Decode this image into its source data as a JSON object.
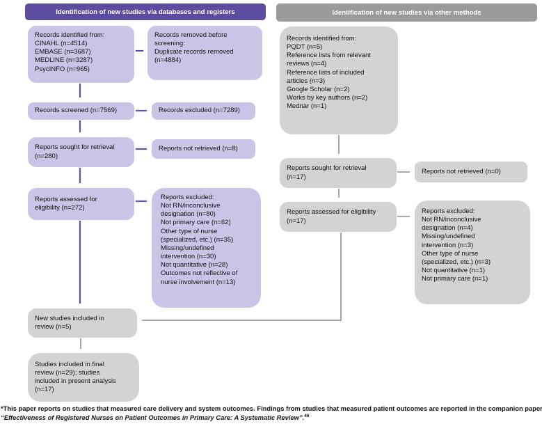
{
  "colors": {
    "purple_header": "#5C4B9E",
    "purple_box": "#CCC4E6",
    "purple_arrow": "#5F51A5",
    "gray_header": "#9A999B",
    "gray_box": "#D4D3D4",
    "gray_arrow": "#9B9B9B"
  },
  "headers": {
    "databases": "Identification of new studies via databases and registers",
    "other_methods": "Identification of new studies via other methods"
  },
  "left": {
    "records_identified": "Records identified from:\nCINAHL (n=4514)\nEMBASE (n=3687)\nMEDLINE (n=3287)\nPsycINFO (n=965)",
    "records_removed": "Records removed before\nscreening:\nDuplicate records removed\n(n=4884)",
    "records_screened": "Records screened (n=7569)",
    "records_excluded": "Records excluded (n=7289)",
    "reports_sought": "Reports sought for retrieval\n(n=280)",
    "reports_not_retrieved": "Reports not retrieved (n=8)",
    "reports_assessed": "Reports assessed for\neligibility (n=272)",
    "reports_excluded": "Reports excluded:\nNot RN/inconclusive\ndesignation (n=80)\nNot primary care (n=62)\nOther type of nurse\n(specialized, etc.) (n=35)\nMissing/undefined\nintervention (n=30)\nNot quantitative (n=28)\nOutcomes not reflective of\nnurse involvement (n=13)",
    "new_studies": "New studies included in\nreview (n=5)",
    "final_review": "Studies included in final\nreview (n=29); studies\nincluded in present analysis\n(n=17)"
  },
  "right": {
    "records_identified": "Records identified from:\nPQDT (n=5)\nReference lists from relevant\nreviews (n=4)\nReference lists of included\narticles (n=3)\nGoogle Scholar (n=2)\nWorks by key authors (n=2)\nMednar (n=1)",
    "reports_sought": "Reports sought for retrieval\n(n=17)",
    "reports_not_retrieved": "Reports not retrieved (n=0)",
    "reports_assessed": "Reports assessed for eligibility\n(n=17)",
    "reports_excluded": "Reports excluded:\nNot RN/inconclusive\ndesignation (n=4)\nMissing/undefined\nintervention (n=3)\nOther type of nurse\n(specialized, etc.)  (n=3)\nNot quantitative (n=1)\nNot primary care (n=1)"
  },
  "footnote": {
    "line1": "*This paper reports on studies that measured care delivery and system outcomes. Findings from studies that measured patient outcomes are reported in the companion paper",
    "line2": "“Effectiveness of Registered Nurses on Patient Outcomes in Primary Care: A Systematic Review”.",
    "citation_superscript": "46"
  }
}
